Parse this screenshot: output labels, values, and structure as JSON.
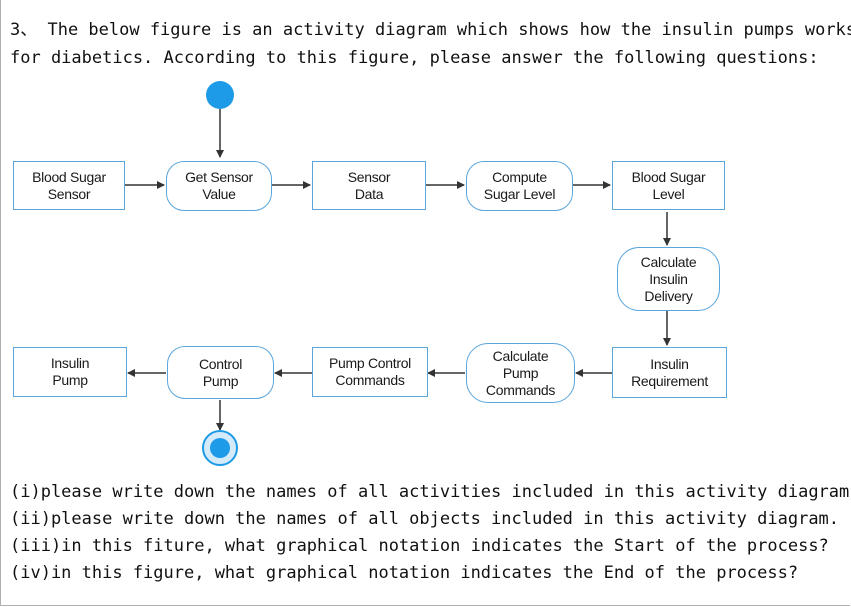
{
  "question": {
    "intro_line1": "3、 The below figure is an activity diagram which shows how the insulin pumps works",
    "intro_line2": "for diabetics. According to this figure, please answer the following questions:",
    "sub_i": "(i)please write down the names of all activities included in this activity diagram.",
    "sub_ii": "(ii)please write down the names of all objects included in this activity diagram.",
    "sub_iii": "(iii)in this fiture, what graphical notation indicates the Start of the process?",
    "sub_iv": "(iv)in this figure, what graphical notation indicates the End of the process?"
  },
  "diagram": {
    "nodes": {
      "blood_sugar_sensor": "Blood Sugar\nSensor",
      "get_sensor_value": "Get Sensor\nValue",
      "sensor_data": "Sensor\nData",
      "compute_sugar_level": "Compute\nSugar Level",
      "blood_sugar_level": "Blood Sugar\nLevel",
      "calculate_insulin_delivery": "Calculate\nInsulin\nDelivery",
      "insulin_requirement": "Insulin\nRequirement",
      "calculate_pump_commands": "Calculate\nPump\nCommands",
      "pump_control_commands": "Pump Control\nCommands",
      "control_pump": "Control\nPump",
      "insulin_pump": "Insulin\nPump"
    },
    "colors": {
      "node_border": "#5aa6dc",
      "start_fill": "#1e9be8",
      "arrow": "#333333"
    }
  }
}
